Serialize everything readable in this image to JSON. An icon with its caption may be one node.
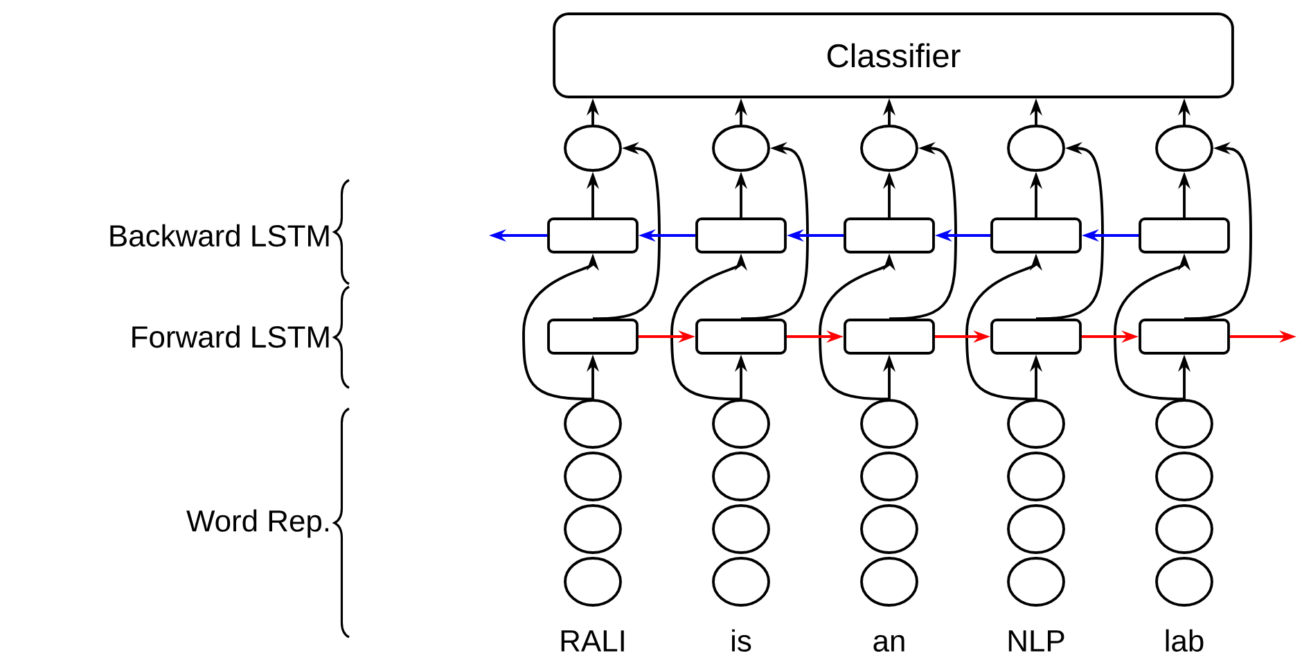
{
  "diagram": {
    "nodes": [
      {
        "text": [
          "Classifier"
        ]
      },
      {
        "text": [],
        "shape": "circle"
      },
      {
        "text": [],
        "shape": "circle"
      },
      {
        "text": [],
        "shape": "circle"
      },
      {
        "text": [],
        "shape": "circle"
      },
      {
        "text": [],
        "shape": "circle"
      },
      {
        "text": [],
        "shape": "box"
      },
      {
        "text": [],
        "shape": "box"
      },
      {
        "text": [],
        "shape": "box"
      },
      {
        "text": [],
        "shape": "box"
      },
      {
        "text": [],
        "shape": "box"
      },
      {
        "text": [],
        "shape": "box"
      },
      {
        "text": [],
        "shape": "box"
      },
      {
        "text": [],
        "shape": "box"
      },
      {
        "text": [],
        "shape": "box"
      },
      {
        "text": [],
        "shape": "box"
      },
      {
        "text": [],
        "shape": "circle"
      },
      {
        "text": [],
        "shape": "circle"
      },
      {
        "text": [],
        "shape": "circle"
      },
      {
        "text": [],
        "shape": "circle"
      },
      {
        "text": [],
        "shape": "circle"
      },
      {
        "text": [],
        "shape": "circle"
      },
      {
        "text": [],
        "shape": "circle"
      },
      {
        "text": [],
        "shape": "circle"
      },
      {
        "text": [],
        "shape": "circle"
      },
      {
        "text": [],
        "shape": "circle"
      },
      {
        "text": [],
        "shape": "circle"
      },
      {
        "text": [],
        "shape": "circle"
      },
      {
        "text": [],
        "shape": "circle"
      },
      {
        "text": [],
        "shape": "circle"
      },
      {
        "text": [],
        "shape": "circle"
      },
      {
        "text": [],
        "shape": "circle"
      },
      {
        "text": [],
        "shape": "circle"
      },
      {
        "text": [],
        "shape": "circle"
      },
      {
        "text": [],
        "shape": "circle"
      },
      {
        "text": [],
        "shape": "circle"
      }
    ],
    "edges": [
      {
        "from": 16,
        "to": 11,
        "arrow": "to"
      },
      {
        "from": 16,
        "to": 6,
        "arrow": "to"
      },
      {
        "from": 11,
        "to": 1,
        "arrow": "to"
      },
      {
        "from": 6,
        "to": 1,
        "arrow": "to"
      },
      {
        "from": 1,
        "to": 0,
        "arrow": "to"
      },
      {
        "from": 17,
        "to": 12,
        "arrow": "to"
      },
      {
        "from": 17,
        "to": 7,
        "arrow": "to"
      },
      {
        "from": 12,
        "to": 2,
        "arrow": "to"
      },
      {
        "from": 7,
        "to": 2,
        "arrow": "to"
      },
      {
        "from": 2,
        "to": 0,
        "arrow": "to"
      },
      {
        "from": 18,
        "to": 13,
        "arrow": "to"
      },
      {
        "from": 18,
        "to": 8,
        "arrow": "to"
      },
      {
        "from": 13,
        "to": 3,
        "arrow": "to"
      },
      {
        "from": 8,
        "to": 3,
        "arrow": "to"
      },
      {
        "from": 3,
        "to": 0,
        "arrow": "to"
      },
      {
        "from": 19,
        "to": 14,
        "arrow": "to"
      },
      {
        "from": 19,
        "to": 9,
        "arrow": "to"
      },
      {
        "from": 14,
        "to": 4,
        "arrow": "to"
      },
      {
        "from": 9,
        "to": 4,
        "arrow": "to"
      },
      {
        "from": 4,
        "to": 0,
        "arrow": "to"
      },
      {
        "from": 20,
        "to": 15,
        "arrow": "to"
      },
      {
        "from": 20,
        "to": 10,
        "arrow": "to"
      },
      {
        "from": 15,
        "to": 5,
        "arrow": "to"
      },
      {
        "from": 10,
        "to": 5,
        "arrow": "to"
      },
      {
        "from": 5,
        "to": 0,
        "arrow": "to"
      },
      {
        "from": 11,
        "to": 12,
        "arrow": "to",
        "color": "#ff0000"
      },
      {
        "from": 12,
        "to": 13,
        "arrow": "to",
        "color": "#ff0000"
      },
      {
        "from": 13,
        "to": 14,
        "arrow": "to",
        "color": "#ff0000"
      },
      {
        "from": 14,
        "to": 15,
        "arrow": "to",
        "color": "#ff0000"
      },
      {
        "from": 15,
        "to": null,
        "arrow": "to",
        "color": "#ff0000"
      },
      {
        "from": 10,
        "to": 9,
        "arrow": "to",
        "color": "#0000ff"
      },
      {
        "from": 9,
        "to": 8,
        "arrow": "to",
        "color": "#0000ff"
      },
      {
        "from": 8,
        "to": 7,
        "arrow": "to",
        "color": "#0000ff"
      },
      {
        "from": 7,
        "to": 6,
        "arrow": "to",
        "color": "#0000ff"
      },
      {
        "from": 6,
        "to": null,
        "arrow": "to",
        "color": "#0000ff"
      }
    ],
    "labels": [
      "Backward LSTM",
      "Forward LSTM",
      "Word Rep.",
      "RALI",
      "is",
      "an",
      "NLP",
      "lab"
    ]
  }
}
